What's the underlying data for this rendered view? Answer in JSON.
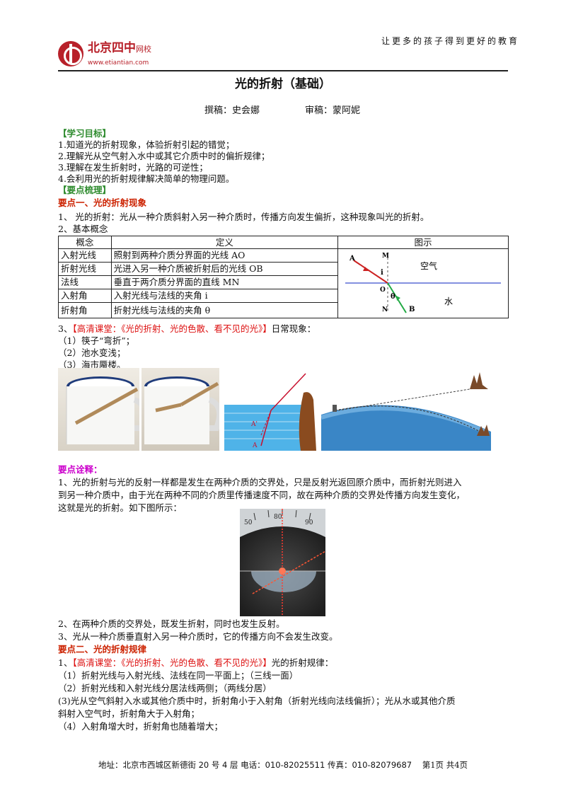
{
  "header": {
    "slogan": "让更多的孩子得到更好的教育",
    "logo_name": "北京四中",
    "logo_sub": "网校",
    "logo_url": "www.etiantian.com"
  },
  "doc": {
    "title": "光的折射（基础）",
    "author": "撰稿：史会娜",
    "reviewer": "审稿：蒙阿妮"
  },
  "goals": {
    "heading": "【学习目标】",
    "items": [
      "1.知道光的折射现象，体验折射引起的错觉；",
      "2.理解光从空气射入水中或其它介质中时的偏折规律；",
      "3.理解在发生折射时，光路的可逆性；",
      "4.会利用光的折射规律解决简单的物理问题。"
    ]
  },
  "points_heading": "【要点梳理】",
  "point1": {
    "heading": "要点一、光的折射现象",
    "line1": "1、 光的折射：光从一种介质斜射入另一种介质时，传播方向发生偏折，这种现象叫光的折射。",
    "line2": "2、基本概念",
    "table": {
      "headers": [
        "概念",
        "定义",
        "图示"
      ],
      "rows": [
        [
          "入射光线",
          "照射到两种介质分界面的光线 AO"
        ],
        [
          "折射光线",
          "光进入另一种介质被折射后的光线 OB"
        ],
        [
          "法线",
          "垂直于两介质分界面的直线 MN"
        ],
        [
          "入射角",
          "入射光线与法线的夹角 i"
        ],
        [
          "折射角",
          "折射光线与法线的夹角 θ"
        ]
      ],
      "diagram": {
        "label_A": "A",
        "label_M": "M",
        "label_i": "i",
        "label_O": "O",
        "label_theta": "θ",
        "label_N": "N",
        "label_B": "B",
        "label_air": "空气",
        "label_water": "水"
      }
    },
    "line3_prefix": "3、",
    "line3_link": "【高清课堂：《光的折射、光的色散、看不见的光》】",
    "line3_suffix": "日常现象：",
    "examples": [
      "（1）筷子“弯折”；",
      "（2）池水变浅；",
      "（3）海市蜃楼。"
    ],
    "photo_labels": {
      "a_prime": "A'",
      "a": "A"
    }
  },
  "explain": {
    "heading": "要点诠释：",
    "p1_line1": "1、光的折射与光的反射一样都是发生在两种介质的交界处，只是反射光返回原介质中，而折射光则进入",
    "p1_line2": "到另一种介质中，由于光在两种不同的介质里传播速度不同，故在两种介质的交界处传播方向发生变化，",
    "p1_line3": "这就是光的折射。如下图所示：",
    "dial_labels": [
      "50",
      "80",
      "90"
    ],
    "p2": "2、在两种介质的交界处，既发生折射，同时也发生反射。",
    "p3": "3、光从一种介质垂直射入另一种介质时，它的传播方向不会发生改变。"
  },
  "point2": {
    "heading": "要点二、光的折射规律",
    "line1_prefix": "1、",
    "line1_link": "【高清课堂：《光的折射、光的色散、看不见的光》】",
    "line1_suffix": "光的折射规律：",
    "rules": [
      "（1）折射光线与入射光线、法线在同一平面上；（三线一面）",
      "（2）折射光线和入射光线分居法线两侧；（两线分居）",
      "(3)光从空气斜射入水或其他介质中时，折射角小于入射角（折射光线向法线偏折）；光从水或其他介质",
      "斜射入空气时，折射角大于入射角；",
      "（4）入射角增大时，折射角也随着增大；"
    ]
  },
  "footer": {
    "address": "地址：北京市西城区新德街 20 号 4 层  电话：010-82025511  传真：010-82079687",
    "page": "第1页  共4页"
  },
  "colors": {
    "brand": "#b8212a",
    "heading_green": "#2e8b2e",
    "heading_red": "#cc2200",
    "heading_magenta": "#cc00cc",
    "water_blue": "#4fb3e8"
  }
}
